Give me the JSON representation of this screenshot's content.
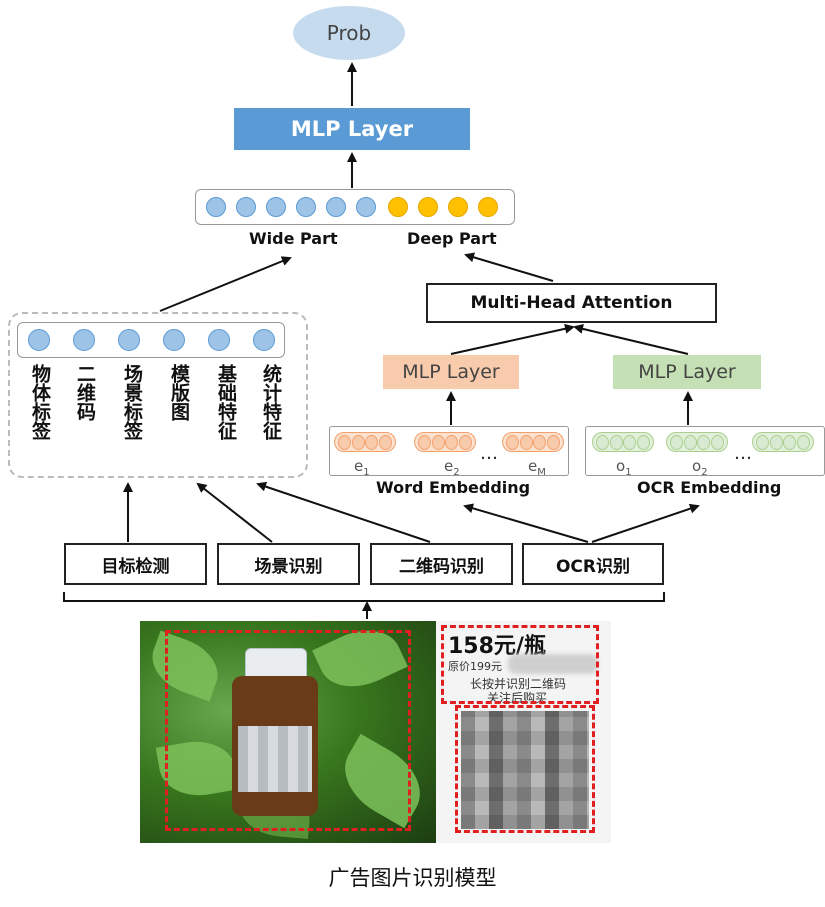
{
  "prob_label": "Prob",
  "top_mlp_label": "MLP Layer",
  "wide_part_label": "Wide Part",
  "deep_part_label": "Deep Part",
  "attention_label": "Multi-Head Attention",
  "word_mlp_label": "MLP Layer",
  "ocr_mlp_label": "MLP Layer",
  "word_embedding": {
    "label": "Word Embedding",
    "items": [
      {
        "base": "e",
        "sub": "1"
      },
      {
        "base": "e",
        "sub": "2"
      },
      {
        "base": "e",
        "sub": "M"
      }
    ],
    "ellipsis": "…"
  },
  "ocr_embedding": {
    "label": "OCR Embedding",
    "items": [
      {
        "base": "o",
        "sub": "1"
      },
      {
        "base": "o",
        "sub": "2"
      }
    ],
    "ellipsis": "…"
  },
  "wide_features": [
    "物体标签",
    "二维码",
    "场景标签",
    "模版图",
    "基础特征",
    "统计特征"
  ],
  "processes": [
    "目标检测",
    "场景识别",
    "二维码识别",
    "OCR识别"
  ],
  "ad_image": {
    "price": "158元/瓶",
    "original_price": "原价199元",
    "line1": "长按并识别二维码",
    "line2": "关注后购买"
  },
  "caption": "广告图片识别模型",
  "colors": {
    "wide_dot": "#9dc3e6",
    "deep_dot": "#ffc000",
    "top_mlp": "#5b9bd5",
    "word_mlp": "#f8cbad",
    "ocr_mlp": "#c5e0b4",
    "highlight": "#e02020"
  }
}
